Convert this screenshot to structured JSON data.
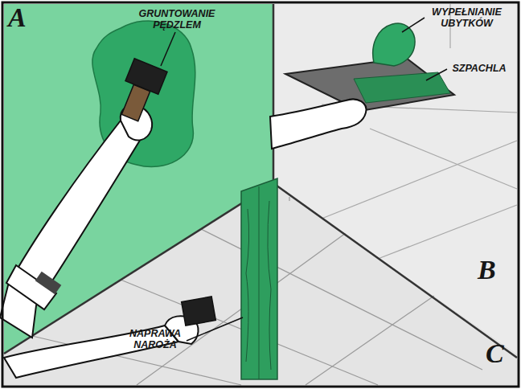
{
  "diagram": {
    "labels": [
      "A",
      "GRUNTOWANIE PĘDZLEM",
      "WYPEŁNIANIE UBYTKÓW",
      "SZPACHLA",
      "NAPRAWA NAROŻA",
      "B",
      "C"
    ]
  }
}
